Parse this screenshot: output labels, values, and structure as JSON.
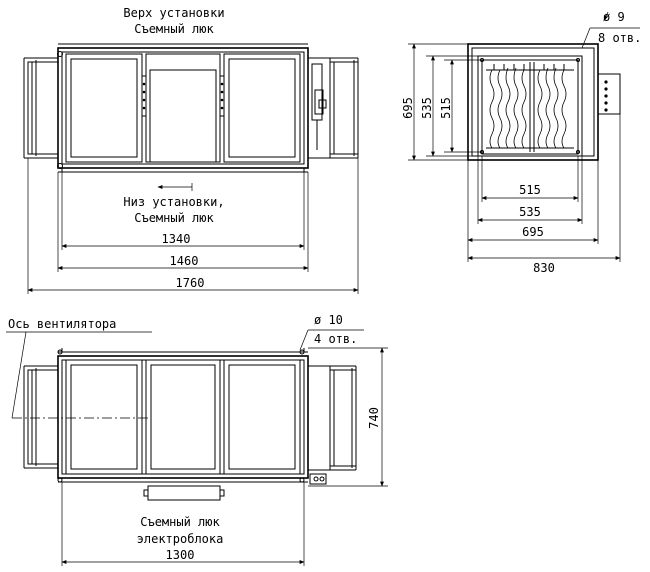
{
  "top_view": {
    "top_label_line1": "Верх установки",
    "top_label_line2": "Съемный люк",
    "bottom_label_line1": "Низ установки,",
    "bottom_label_line2": "Съемный люк",
    "dim_1340": "1340",
    "dim_1460": "1460",
    "dim_1760": "1760"
  },
  "end_view": {
    "hole_dia": "ø 9",
    "hole_count": "8 отв.",
    "dim_h695": "695",
    "dim_h535": "535",
    "dim_h515": "515",
    "dim_515": "515",
    "dim_535": "535",
    "dim_695": "695",
    "dim_830": "830"
  },
  "side_view": {
    "axis_label": "Ось вентилятора",
    "hole_dia": "ø 10",
    "hole_count": "4 отв.",
    "dim_h740": "740",
    "electro_label_line1": "Съемный люк",
    "electro_label_line2": "электроблока",
    "dim_1300": "1300"
  }
}
